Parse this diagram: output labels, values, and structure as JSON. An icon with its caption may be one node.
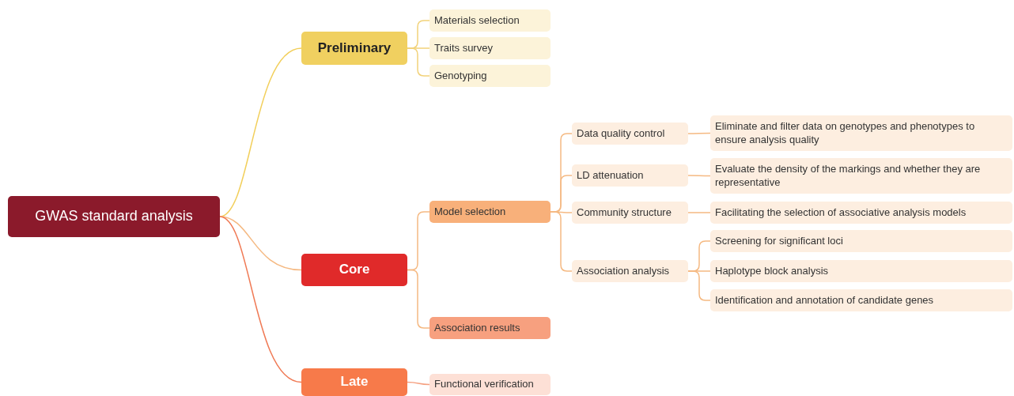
{
  "diagram": {
    "nodes": [
      {
        "text": [
          "GWAS standard analysis"
        ]
      },
      {
        "text": [
          "Preliminary"
        ]
      },
      {
        "text": [
          "Materials selection"
        ]
      },
      {
        "text": [
          "Traits survey"
        ]
      },
      {
        "text": [
          "Genotyping"
        ]
      },
      {
        "text": [
          "Core"
        ]
      },
      {
        "text": [
          "Model selection"
        ]
      },
      {
        "text": [
          "Data quality control"
        ]
      },
      {
        "text": [
          "Eliminate and filter data on genotypes and phenotypes to ensure analysis quality"
        ]
      },
      {
        "text": [
          "LD attenuation"
        ]
      },
      {
        "text": [
          "Evaluate the density of the markings and whether they are representative"
        ]
      },
      {
        "text": [
          "Community structure"
        ]
      },
      {
        "text": [
          "Facilitating the selection of associative analysis models"
        ]
      },
      {
        "text": [
          "Association analysis"
        ]
      },
      {
        "text": [
          "Screening for significant loci"
        ]
      },
      {
        "text": [
          "Haplotype block analysis"
        ]
      },
      {
        "text": [
          "Identification and annotation of candidate genes"
        ]
      },
      {
        "text": [
          "Association results"
        ]
      },
      {
        "text": [
          "Late"
        ]
      },
      {
        "text": [
          "Functional verification"
        ]
      }
    ],
    "edges": [
      {
        "from": 0,
        "to": 1,
        "arrow": "none",
        "color": "#f2cf5b"
      },
      {
        "from": 1,
        "to": 2,
        "arrow": "none",
        "color": "#f2d27a"
      },
      {
        "from": 1,
        "to": 3,
        "arrow": "none",
        "color": "#f2d27a"
      },
      {
        "from": 1,
        "to": 4,
        "arrow": "none",
        "color": "#f2d27a"
      },
      {
        "from": 0,
        "to": 5,
        "arrow": "none"
      },
      {
        "from": 5,
        "to": 6,
        "arrow": "none"
      },
      {
        "from": 6,
        "to": 7,
        "arrow": "none"
      },
      {
        "from": 7,
        "to": 8,
        "arrow": "none"
      },
      {
        "from": 6,
        "to": 9,
        "arrow": "none"
      },
      {
        "from": 9,
        "to": 10,
        "arrow": "none"
      },
      {
        "from": 6,
        "to": 11,
        "arrow": "none"
      },
      {
        "from": 11,
        "to": 12,
        "arrow": "none"
      },
      {
        "from": 6,
        "to": 13,
        "arrow": "none"
      },
      {
        "from": 13,
        "to": 14,
        "arrow": "none"
      },
      {
        "from": 13,
        "to": 15,
        "arrow": "none"
      },
      {
        "from": 13,
        "to": 16,
        "arrow": "none"
      },
      {
        "from": 5,
        "to": 17,
        "arrow": "none"
      },
      {
        "from": 0,
        "to": 18,
        "arrow": "none",
        "color": "#f07a55"
      },
      {
        "from": 18,
        "to": 19,
        "arrow": "none",
        "color": "#f5a080"
      }
    ]
  }
}
